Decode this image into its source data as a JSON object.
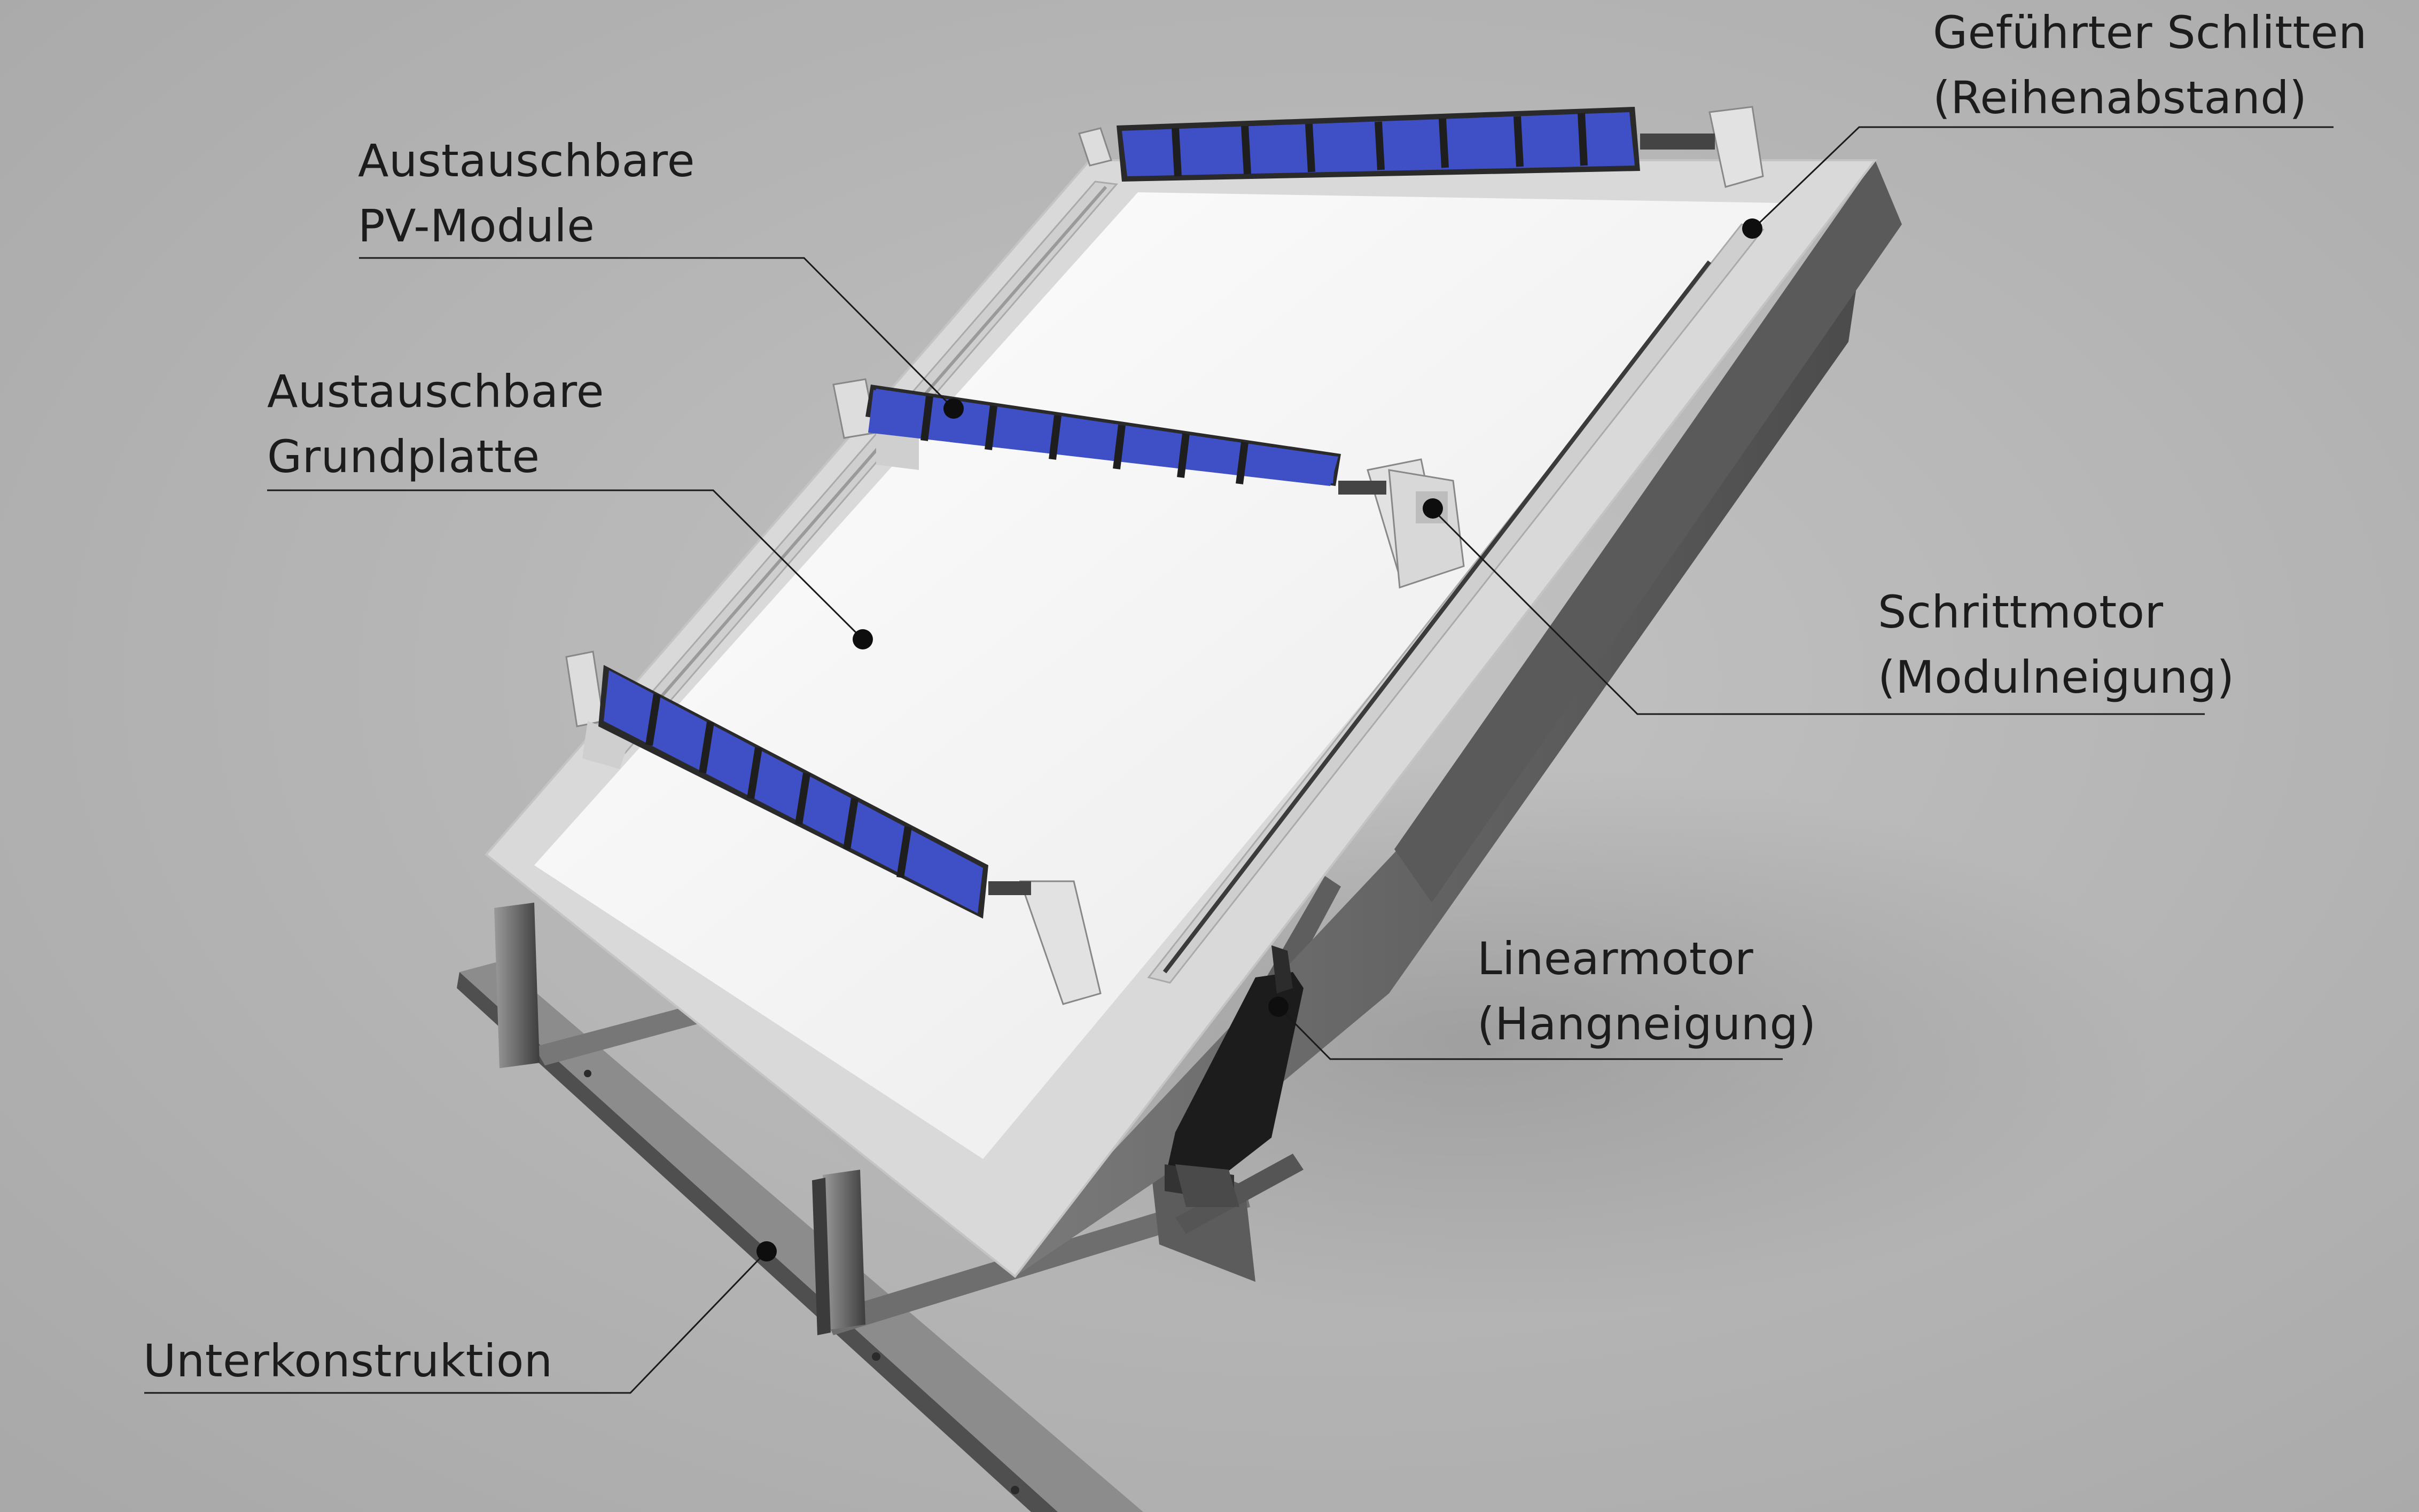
{
  "labels": {
    "rail_carriage": {
      "line1": "Geführter Schlitten",
      "line2": "(Reihenabstand)"
    },
    "pv_modules": {
      "line1": "Austauschbare",
      "line2": "PV-Module"
    },
    "base_plate": {
      "line1": "Austauschbare",
      "line2": "Grundplatte"
    },
    "stepper_motor": {
      "line1": "Schrittmotor",
      "line2": "(Modulneigung)"
    },
    "linear_motor": {
      "line1": "Linearmotor",
      "line2": "(Hangneigung)"
    },
    "substructure": {
      "line1": "Unterkonstruktion"
    }
  },
  "colors": {
    "background": "#b8b8b8",
    "plate": "#f4f4f4",
    "frame": "#d6d6d6",
    "pv_cell": "#3f4fc6",
    "steel": "#5a5a5a",
    "annotation_line": "#1a1a1a"
  }
}
